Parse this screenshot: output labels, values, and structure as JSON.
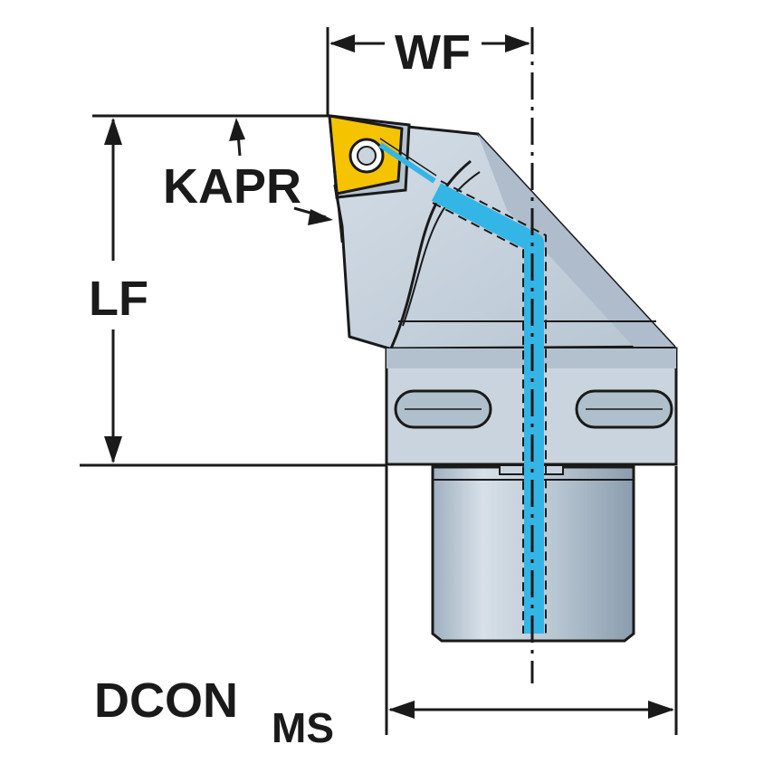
{
  "labels": {
    "wf": "WF",
    "kapr": "KAPR",
    "lf": "LF",
    "dcon": "DCON",
    "dcon_sub": "MS"
  },
  "colors": {
    "body": "#c9d4de",
    "body_dark": "#a9b8c6",
    "insert": "#f5c300",
    "coolant": "#33b6e6",
    "outline": "#1a1a1a"
  }
}
